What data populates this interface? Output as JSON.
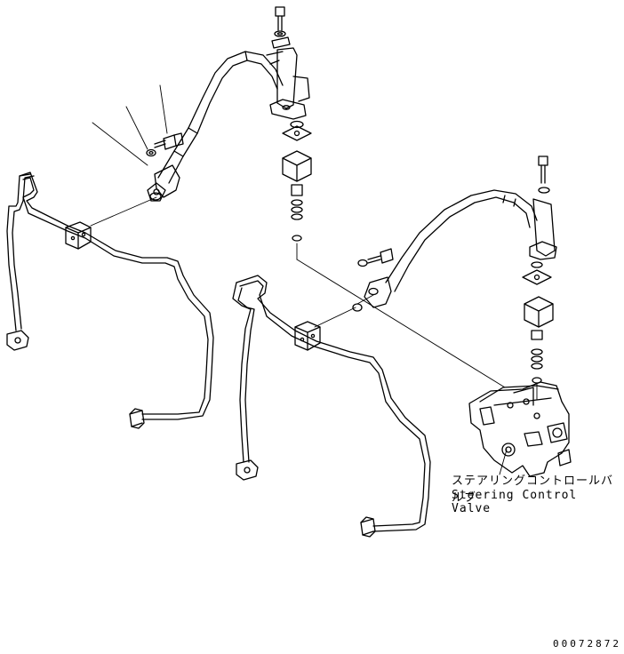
{
  "callout": {
    "name_jp": "ステアリングコントロールバルブ",
    "name_en": "Steering Control Valve"
  },
  "drawing_number": "00072872",
  "colors": {
    "line": "#000000",
    "background": "#ffffff"
  }
}
